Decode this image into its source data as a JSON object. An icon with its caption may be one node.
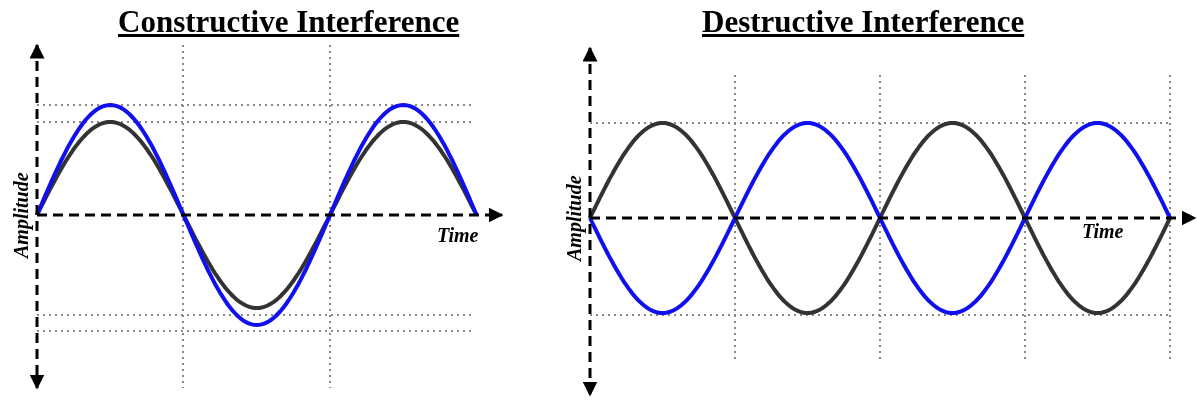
{
  "diagram": {
    "labels": [
      "Constructive Interference",
      "Amplitude",
      "Time",
      "Destructive Interference",
      "Amplitude",
      "Time"
    ]
  }
}
